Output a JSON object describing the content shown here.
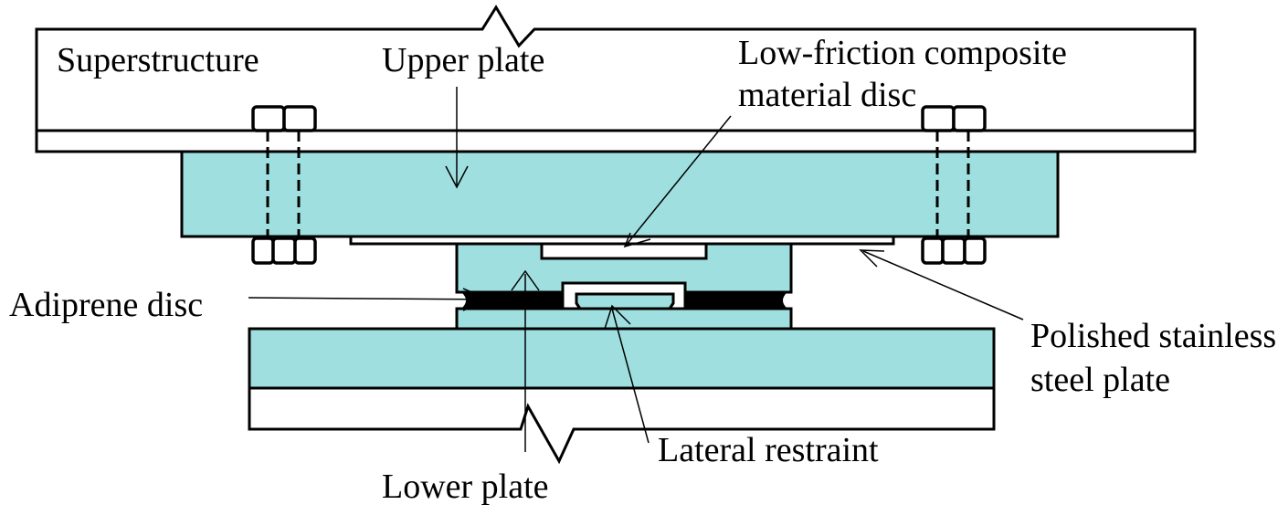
{
  "labels": {
    "superstructure": "Superstructure",
    "upper_plate": "Upper plate",
    "disc_line1": "Low-friction composite",
    "disc_line2": "material disc",
    "adiprene": "Adiprene disc",
    "stainless_line1": "Polished stainless",
    "stainless_line2": "steel plate",
    "lateral_restraint": "Lateral restraint",
    "lower_plate": "Lower plate"
  },
  "colors": {
    "plate_fill": "#9fdfdf",
    "adiprene_fill": "#000000"
  }
}
